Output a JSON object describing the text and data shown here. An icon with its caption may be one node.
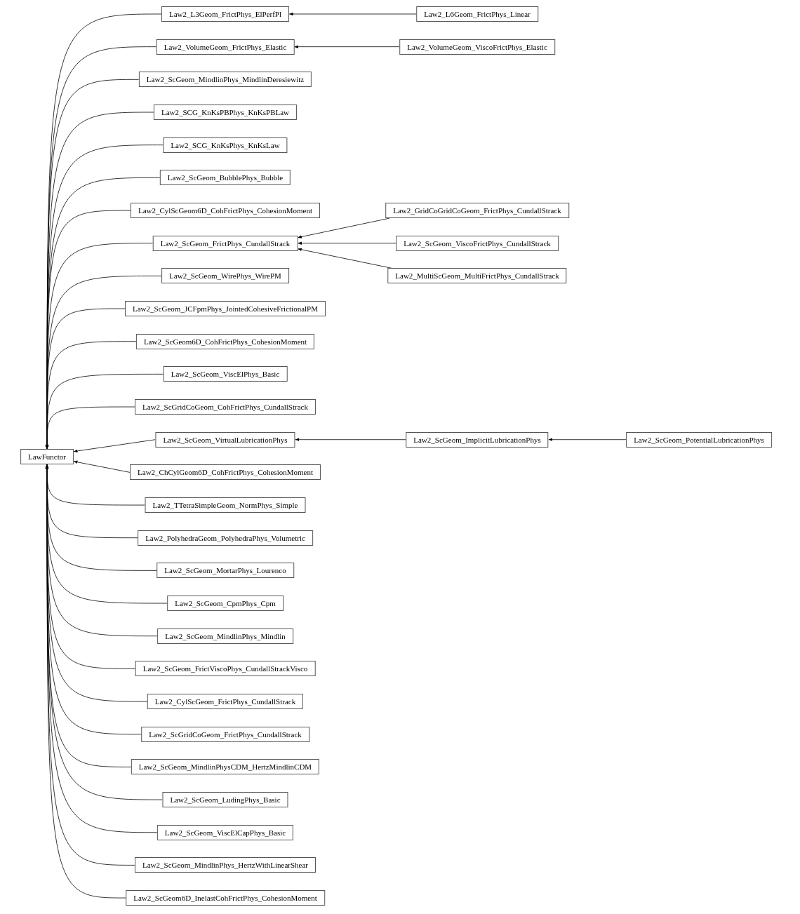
{
  "diagram": {
    "nodes": [
      {
        "text": [
          "LawFunctor"
        ]
      },
      {
        "text": [
          "Law2_L3Geom_FrictPhys_ElPerfPl"
        ]
      },
      {
        "text": [
          "Law2_VolumeGeom_FrictPhys_Elastic"
        ]
      },
      {
        "text": [
          "Law2_ScGeom_MindlinPhys_MindlinDeresiewitz"
        ]
      },
      {
        "text": [
          "Law2_SCG_KnKsPBPhys_KnKsPBLaw"
        ]
      },
      {
        "text": [
          "Law2_SCG_KnKsPhys_KnKsLaw"
        ]
      },
      {
        "text": [
          "Law2_ScGeom_BubblePhys_Bubble"
        ]
      },
      {
        "text": [
          "Law2_CylScGeom6D_CohFrictPhys_CohesionMoment"
        ]
      },
      {
        "text": [
          "Law2_ScGeom_FrictPhys_CundallStrack"
        ]
      },
      {
        "text": [
          "Law2_ScGeom_WirePhys_WirePM"
        ]
      },
      {
        "text": [
          "Law2_ScGeom_JCFpmPhys_JointedCohesiveFrictionalPM"
        ]
      },
      {
        "text": [
          "Law2_ScGeom6D_CohFrictPhys_CohesionMoment"
        ]
      },
      {
        "text": [
          "Law2_ScGeom_ViscElPhys_Basic"
        ]
      },
      {
        "text": [
          "Law2_ScGridCoGeom_CohFrictPhys_CundallStrack"
        ]
      },
      {
        "text": [
          "Law2_ScGeom_VirtualLubricationPhys"
        ]
      },
      {
        "text": [
          "Law2_ChCylGeom6D_CohFrictPhys_CohesionMoment"
        ]
      },
      {
        "text": [
          "Law2_TTetraSimpleGeom_NormPhys_Simple"
        ]
      },
      {
        "text": [
          "Law2_PolyhedraGeom_PolyhedraPhys_Volumetric"
        ]
      },
      {
        "text": [
          "Law2_ScGeom_MortarPhys_Lourenco"
        ]
      },
      {
        "text": [
          "Law2_ScGeom_CpmPhys_Cpm"
        ]
      },
      {
        "text": [
          "Law2_ScGeom_MindlinPhys_Mindlin"
        ]
      },
      {
        "text": [
          "Law2_ScGeom_FrictViscoPhys_CundallStrackVisco"
        ]
      },
      {
        "text": [
          "Law2_CylScGeom_FrictPhys_CundallStrack"
        ]
      },
      {
        "text": [
          "Law2_ScGridCoGeom_FrictPhys_CundallStrack"
        ]
      },
      {
        "text": [
          "Law2_ScGeom_MindlinPhysCDM_HertzMindlinCDM"
        ]
      },
      {
        "text": [
          "Law2_ScGeom_LudingPhys_Basic"
        ]
      },
      {
        "text": [
          "Law2_ScGeom_ViscElCapPhys_Basic"
        ]
      },
      {
        "text": [
          "Law2_ScGeom_MindlinPhys_HertzWithLinearShear"
        ]
      },
      {
        "text": [
          "Law2_ScGeom6D_InelastCohFrictPhys_CohesionMoment"
        ]
      },
      {
        "text": [
          "Law2_L6Geom_FrictPhys_Linear"
        ]
      },
      {
        "text": [
          "Law2_VolumeGeom_ViscoFrictPhys_Elastic"
        ]
      },
      {
        "text": [
          "Law2_GridCoGridCoGeom_FrictPhys_CundallStrack"
        ]
      },
      {
        "text": [
          "Law2_ScGeom_ViscoFrictPhys_CundallStrack"
        ]
      },
      {
        "text": [
          "Law2_MultiScGeom_MultiFrictPhys_CundallStrack"
        ]
      },
      {
        "text": [
          "Law2_ScGeom_ImplicitLubricationPhys"
        ]
      },
      {
        "text": [
          "Law2_ScGeom_PotentialLubricationPhys"
        ]
      }
    ],
    "edges": [
      {
        "from": 1,
        "to": 0,
        "arrow": "to"
      },
      {
        "from": 2,
        "to": 0,
        "arrow": "to"
      },
      {
        "from": 3,
        "to": 0,
        "arrow": "to"
      },
      {
        "from": 4,
        "to": 0,
        "arrow": "to"
      },
      {
        "from": 5,
        "to": 0,
        "arrow": "to"
      },
      {
        "from": 6,
        "to": 0,
        "arrow": "to"
      },
      {
        "from": 7,
        "to": 0,
        "arrow": "to"
      },
      {
        "from": 8,
        "to": 0,
        "arrow": "to"
      },
      {
        "from": 9,
        "to": 0,
        "arrow": "to"
      },
      {
        "from": 10,
        "to": 0,
        "arrow": "to"
      },
      {
        "from": 11,
        "to": 0,
        "arrow": "to"
      },
      {
        "from": 12,
        "to": 0,
        "arrow": "to"
      },
      {
        "from": 13,
        "to": 0,
        "arrow": "to"
      },
      {
        "from": 14,
        "to": 0,
        "arrow": "to"
      },
      {
        "from": 15,
        "to": 0,
        "arrow": "to"
      },
      {
        "from": 16,
        "to": 0,
        "arrow": "to"
      },
      {
        "from": 17,
        "to": 0,
        "arrow": "to"
      },
      {
        "from": 18,
        "to": 0,
        "arrow": "to"
      },
      {
        "from": 19,
        "to": 0,
        "arrow": "to"
      },
      {
        "from": 20,
        "to": 0,
        "arrow": "to"
      },
      {
        "from": 21,
        "to": 0,
        "arrow": "to"
      },
      {
        "from": 22,
        "to": 0,
        "arrow": "to"
      },
      {
        "from": 23,
        "to": 0,
        "arrow": "to"
      },
      {
        "from": 24,
        "to": 0,
        "arrow": "to"
      },
      {
        "from": 25,
        "to": 0,
        "arrow": "to"
      },
      {
        "from": 26,
        "to": 0,
        "arrow": "to"
      },
      {
        "from": 27,
        "to": 0,
        "arrow": "to"
      },
      {
        "from": 28,
        "to": 0,
        "arrow": "to"
      },
      {
        "from": 29,
        "to": 1,
        "arrow": "to"
      },
      {
        "from": 30,
        "to": 2,
        "arrow": "to"
      },
      {
        "from": 31,
        "to": 8,
        "arrow": "to"
      },
      {
        "from": 32,
        "to": 8,
        "arrow": "to"
      },
      {
        "from": 33,
        "to": 8,
        "arrow": "to"
      },
      {
        "from": 34,
        "to": 14,
        "arrow": "to"
      },
      {
        "from": 35,
        "to": 34,
        "arrow": "to"
      }
    ]
  }
}
